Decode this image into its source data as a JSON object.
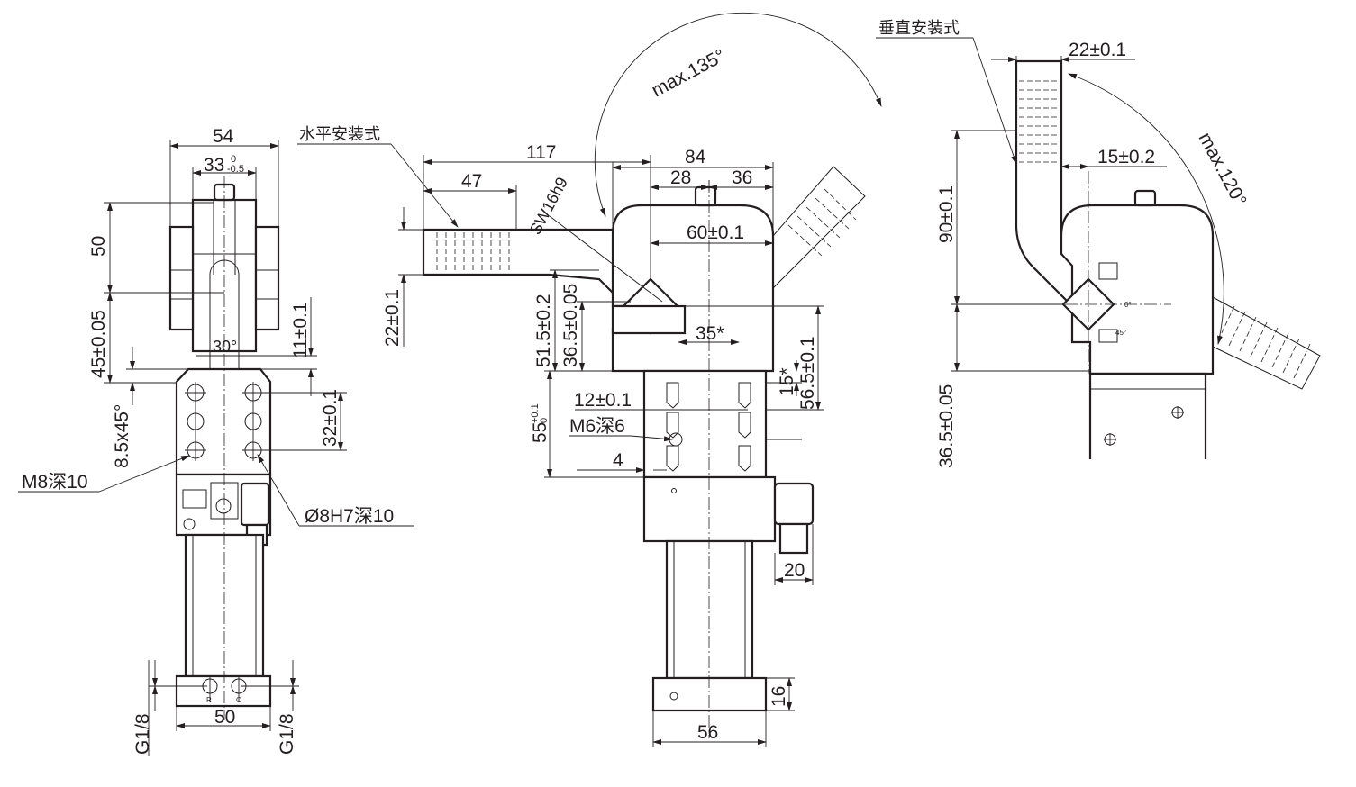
{
  "labels": {
    "horizontal_mount": "水平安装式",
    "vertical_mount": "垂直安装式",
    "m8": "M8深10",
    "d8": "Ø8H7深10",
    "m6": "M6深6",
    "sw": "SW16h9",
    "port_r": "R",
    "port_c": "C",
    "angle_0": "0°",
    "angle_45": "45°"
  },
  "front_view": {
    "w54": "54",
    "w33": "33",
    "w33_tol_up": "0",
    "w33_tol_low": "-0.5",
    "h50": "50",
    "h45": "45±0.05",
    "h11": "11±0.1",
    "a30": "30°",
    "c85": "8.5x45°",
    "h32": "32±0.1",
    "w50": "50",
    "g18_left": "G1/8",
    "g18_right": "G1/8"
  },
  "side_view": {
    "w117": "117",
    "w47": "47",
    "w84": "84",
    "w28": "28",
    "w36": "36",
    "max135": "max.135°",
    "w60": "60±0.1",
    "h22": "22±0.1",
    "h51": "51.5±0.2",
    "h36": "36.5±0.05",
    "w35": "35*",
    "h15": "15*",
    "h56": "56.5±0.1",
    "w12": "12±0.1",
    "h55": "55",
    "h55_tol_up": "+0.1",
    "h55_tol_low": "0",
    "w4": "4",
    "w20": "20",
    "h16": "16",
    "w56": "56"
  },
  "vertical_view": {
    "w22": "22±0.1",
    "w15": "15±0.2",
    "h90": "90±0.1",
    "max120": "max.120°",
    "h36": "36.5±0.05"
  }
}
